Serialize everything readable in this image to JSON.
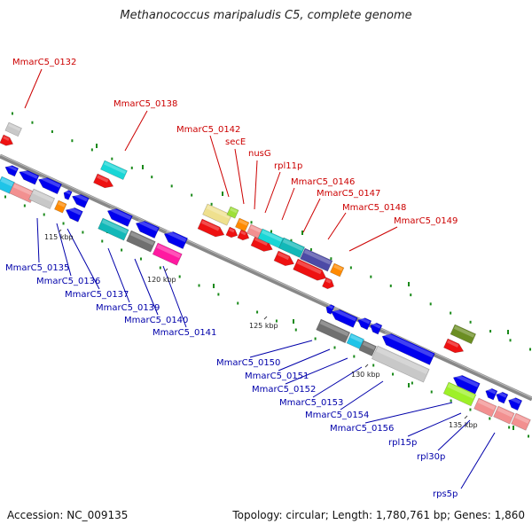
{
  "title": "Methanococcus maripaludis C5, complete genome",
  "footer": {
    "accession": "Accession: NC_009135",
    "summary": "Topology: circular; Length: 1,780,761 bp; Genes: 1,860"
  },
  "colors": {
    "forward_label": "#cc0000",
    "reverse_label": "#0000aa",
    "backbone": "#888888",
    "gc_tick": "#1a8a1a"
  },
  "ticks": [
    "115 kbp",
    "120 kbp",
    "125 kbp",
    "130 kbp",
    "135 kbp"
  ],
  "forward_labels": [
    "MmarC5_0132",
    "MmarC5_0138",
    "MmarC5_0142",
    "secE",
    "nusG",
    "rpl11p",
    "MmarC5_0146",
    "MmarC5_0147",
    "MmarC5_0148",
    "MmarC5_0149"
  ],
  "reverse_labels": [
    "MmarC5_0135",
    "MmarC5_0136",
    "MmarC5_0137",
    "MmarC5_0139",
    "MmarC5_0140",
    "MmarC5_0141",
    "MmarC5_0150",
    "MmarC5_0151",
    "MmarC5_0152",
    "MmarC5_0153",
    "MmarC5_0154",
    "MmarC5_0156",
    "rpl15p",
    "rpl30p",
    "rps5p"
  ]
}
